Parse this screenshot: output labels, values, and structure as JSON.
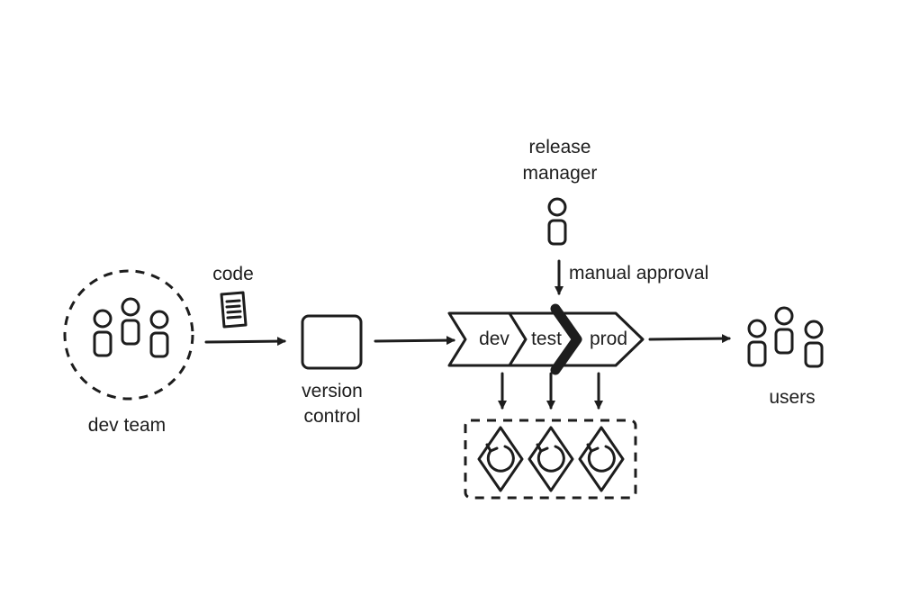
{
  "labels": {
    "dev_team": "dev team",
    "code": "code",
    "version_control_line1": "version",
    "version_control_line2": "control",
    "release_manager_line1": "release",
    "release_manager_line2": "manager",
    "manual_approval": "manual approval",
    "stage_dev": "dev",
    "stage_test": "test",
    "stage_prod": "prod",
    "users": "users"
  },
  "icons": {
    "dev_team": "people-group-icon",
    "code": "document-icon",
    "version_control": "repository-box-icon",
    "release_manager": "person-icon",
    "environments": "refresh-diamond-icon",
    "users": "people-group-icon"
  },
  "colors": {
    "ink": "#1d1d1d",
    "background": "#ffffff"
  }
}
